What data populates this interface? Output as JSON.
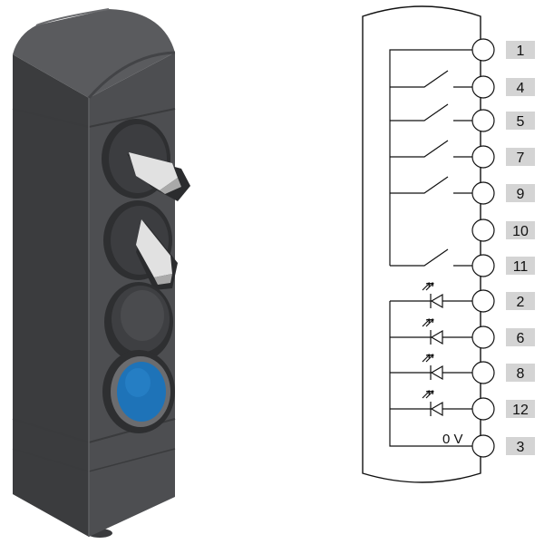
{
  "colors": {
    "device_body": "#4a4b4d",
    "device_dark": "#2f3032",
    "device_light": "#5e5f62",
    "lever": "#d9d9d9",
    "button_blue": "#1e73b8",
    "wire": "#111111",
    "terminal_tag": "#d4d4d4"
  },
  "device": {
    "controls": [
      {
        "kind": "selector-switch",
        "icon": "selector-lever-icon"
      },
      {
        "kind": "selector-switch",
        "icon": "selector-lever-icon"
      },
      {
        "kind": "push-button",
        "icon": "pushbutton-icon",
        "color": "dark"
      },
      {
        "kind": "push-button",
        "icon": "pushbutton-icon",
        "color": "blue"
      }
    ]
  },
  "schematic": {
    "terminals": [
      {
        "label": "1",
        "circuit": "common"
      },
      {
        "label": "4",
        "circuit": "contact"
      },
      {
        "label": "5",
        "circuit": "contact"
      },
      {
        "label": "7",
        "circuit": "contact"
      },
      {
        "label": "9",
        "circuit": "contact"
      },
      {
        "label": "10",
        "circuit": "none"
      },
      {
        "label": "11",
        "circuit": "contact"
      },
      {
        "label": "2",
        "circuit": "led"
      },
      {
        "label": "6",
        "circuit": "led"
      },
      {
        "label": "8",
        "circuit": "led"
      },
      {
        "label": "12",
        "circuit": "led"
      },
      {
        "label": "3",
        "circuit": "ground"
      }
    ],
    "ground_label": "0 V"
  }
}
